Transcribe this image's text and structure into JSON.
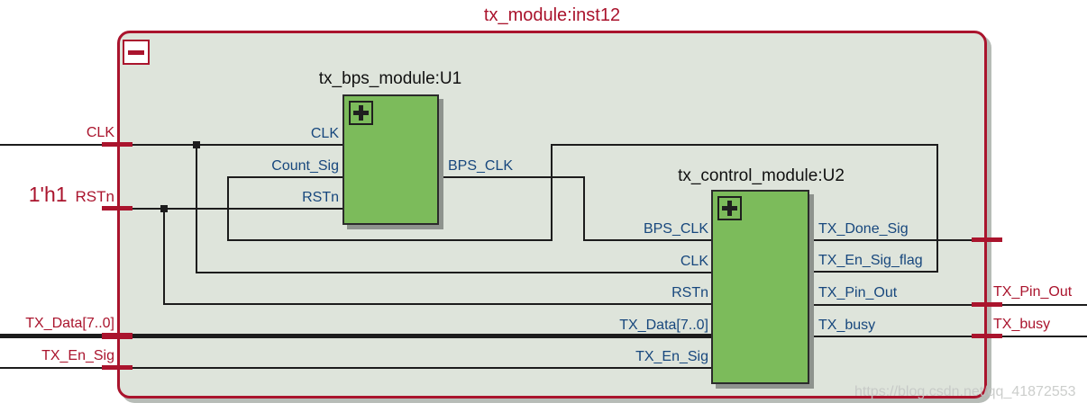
{
  "diagram": {
    "title": "tx_module:inst12",
    "watermark": "https://blog.csdn.net/qq_41872553",
    "colors": {
      "boundary_red": "#AA142D",
      "inner_background": "#DEE4DB",
      "block_green": "#7CBB5B",
      "port_text_blue": "#17477D",
      "wire_black": "#1c1c1c"
    },
    "external": {
      "clk": "CLK",
      "rstn_const": "1'h1",
      "rstn": "RSTn",
      "tx_data": "TX_Data[7..0]",
      "tx_en_sig": "TX_En_Sig",
      "tx_pin_out": "TX_Pin_Out",
      "tx_busy": "TX_busy"
    },
    "u1": {
      "title": "tx_bps_module:U1",
      "inputs": [
        "CLK",
        "Count_Sig",
        "RSTn"
      ],
      "outputs": [
        "BPS_CLK"
      ]
    },
    "u2": {
      "title": "tx_control_module:U2",
      "inputs": [
        "BPS_CLK",
        "CLK",
        "RSTn",
        "TX_Data[7..0]",
        "TX_En_Sig"
      ],
      "outputs": [
        "TX_Done_Sig",
        "TX_En_Sig_flag",
        "TX_Pin_Out",
        "TX_busy"
      ]
    },
    "nets": [
      {
        "net": "CLK",
        "from": "input CLK",
        "to": [
          "U1.CLK",
          "U2.CLK"
        ]
      },
      {
        "net": "RSTn",
        "from": "constant 1'h1 (RSTn)",
        "to": [
          "U1.RSTn",
          "U2.RSTn"
        ]
      },
      {
        "net": "BPS_CLK",
        "from": "U1.BPS_CLK",
        "to": [
          "U2.BPS_CLK"
        ]
      },
      {
        "net": "TX_En_Sig_flag",
        "from": "U2.TX_En_Sig_flag",
        "to": [
          "U1.Count_Sig"
        ]
      },
      {
        "net": "TX_Data[7..0]",
        "from": "input TX_Data[7..0]",
        "to": [
          "U2.TX_Data[7..0]"
        ]
      },
      {
        "net": "TX_En_Sig",
        "from": "input TX_En_Sig",
        "to": [
          "U2.TX_En_Sig"
        ]
      },
      {
        "net": "TX_Done_Sig",
        "from": "U2.TX_Done_Sig",
        "to": [
          "module boundary"
        ]
      },
      {
        "net": "TX_Pin_Out",
        "from": "U2.TX_Pin_Out",
        "to": [
          "output TX_Pin_Out"
        ]
      },
      {
        "net": "TX_busy",
        "from": "U2.TX_busy",
        "to": [
          "output TX_busy"
        ]
      }
    ]
  }
}
